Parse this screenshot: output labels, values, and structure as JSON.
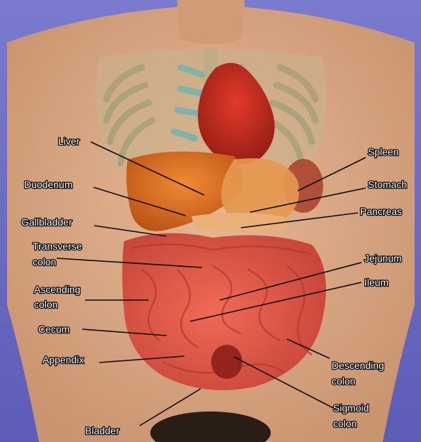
{
  "figure": {
    "colors": {
      "background": "#6c6cc4",
      "skin": "#d9a77f",
      "organ_orange": "#d9641e",
      "intestine": "#e0584a",
      "rib": "#b9b28a",
      "cartilage": "#6fb3b0",
      "label_text": "#ffffff",
      "label_outline": "#000000"
    },
    "labels": {
      "liver": "Liver",
      "duodenum": "Duodenum",
      "gallbladder": "Gallbladder",
      "transverse_colon_1": "Transverse",
      "transverse_colon_2": "colon",
      "ascending_colon_1": "Ascending",
      "ascending_colon_2": "colon",
      "cecum": "Cecum",
      "appendix": "Appendix",
      "bladder": "Bladder",
      "spleen": "Spleen",
      "stomach": "Stomach",
      "pancreas": "Pancreas",
      "jejunum": "Jejunum",
      "ileum": "Ileum",
      "descending_colon_1": "Descending",
      "descending_colon_2": "colon",
      "sigmoid_colon_1": "Sigmoid",
      "sigmoid_colon_2": "colon"
    }
  }
}
